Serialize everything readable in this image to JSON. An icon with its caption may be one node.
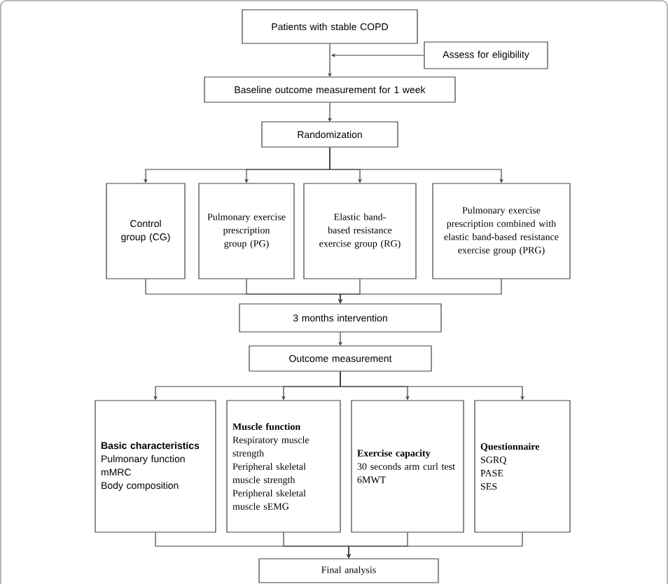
{
  "diagram": {
    "nodes": [
      {
        "text": [
          "Patients with stable COPD"
        ]
      },
      {
        "text": [
          "Assess for eligibility"
        ]
      },
      {
        "text": [
          "Baseline outcome measurement for 1 week"
        ]
      },
      {
        "text": [
          "Randomization"
        ]
      },
      {
        "text": [
          "Control group (CG)"
        ]
      },
      {
        "text": [
          "Pulmonary exercise prescription group (PG)"
        ]
      },
      {
        "text": [
          "Elastic band-based resistance exercise group (RG)"
        ]
      },
      {
        "text": [
          "Pulmonary exercise prescription combined with elastic band-based resistance exercise group (PRG)"
        ]
      },
      {
        "text": [
          "3 months intervention"
        ]
      },
      {
        "text": [
          "Outcome measurement"
        ]
      },
      {
        "text": [
          "Basic characteristics",
          "Pulmonary function",
          "mMRC",
          "Body composition"
        ]
      },
      {
        "text": [
          "Muscle function",
          "Respiratory muscle strength",
          "Peripheral skeletal muscle strength",
          "Peripheral skeletal muscle sEMG"
        ]
      },
      {
        "text": [
          "Exercise capacity",
          "30 seconds arm curl test",
          "6MWT"
        ]
      },
      {
        "text": [
          "Questionnaire",
          "SGRQ",
          "PASE",
          "SES"
        ]
      },
      {
        "text": [
          "Final analysis"
        ]
      }
    ],
    "edges": [
      {
        "from": 0,
        "to": 2,
        "arrow": "to"
      },
      {
        "from": 1,
        "to": 0,
        "arrow": "to"
      },
      {
        "from": 2,
        "to": 3,
        "arrow": "to"
      },
      {
        "from": 3,
        "to": 4,
        "arrow": "to"
      },
      {
        "from": 3,
        "to": 5,
        "arrow": "to"
      },
      {
        "from": 3,
        "to": 6,
        "arrow": "to"
      },
      {
        "from": 3,
        "to": 7,
        "arrow": "to"
      },
      {
        "from": 4,
        "to": 8,
        "arrow": "to"
      },
      {
        "from": 5,
        "to": 8,
        "arrow": "to"
      },
      {
        "from": 6,
        "to": 8,
        "arrow": "to"
      },
      {
        "from": 7,
        "to": 8,
        "arrow": "to"
      },
      {
        "from": 8,
        "to": 9,
        "arrow": "to"
      },
      {
        "from": 9,
        "to": 10,
        "arrow": "to"
      },
      {
        "from": 9,
        "to": 11,
        "arrow": "to"
      },
      {
        "from": 9,
        "to": 12,
        "arrow": "to"
      },
      {
        "from": 9,
        "to": 13,
        "arrow": "to"
      },
      {
        "from": 10,
        "to": 14,
        "arrow": "to"
      },
      {
        "from": 11,
        "to": 14,
        "arrow": "to"
      },
      {
        "from": 12,
        "to": 14,
        "arrow": "to"
      },
      {
        "from": 13,
        "to": 14,
        "arrow": "to"
      }
    ]
  }
}
